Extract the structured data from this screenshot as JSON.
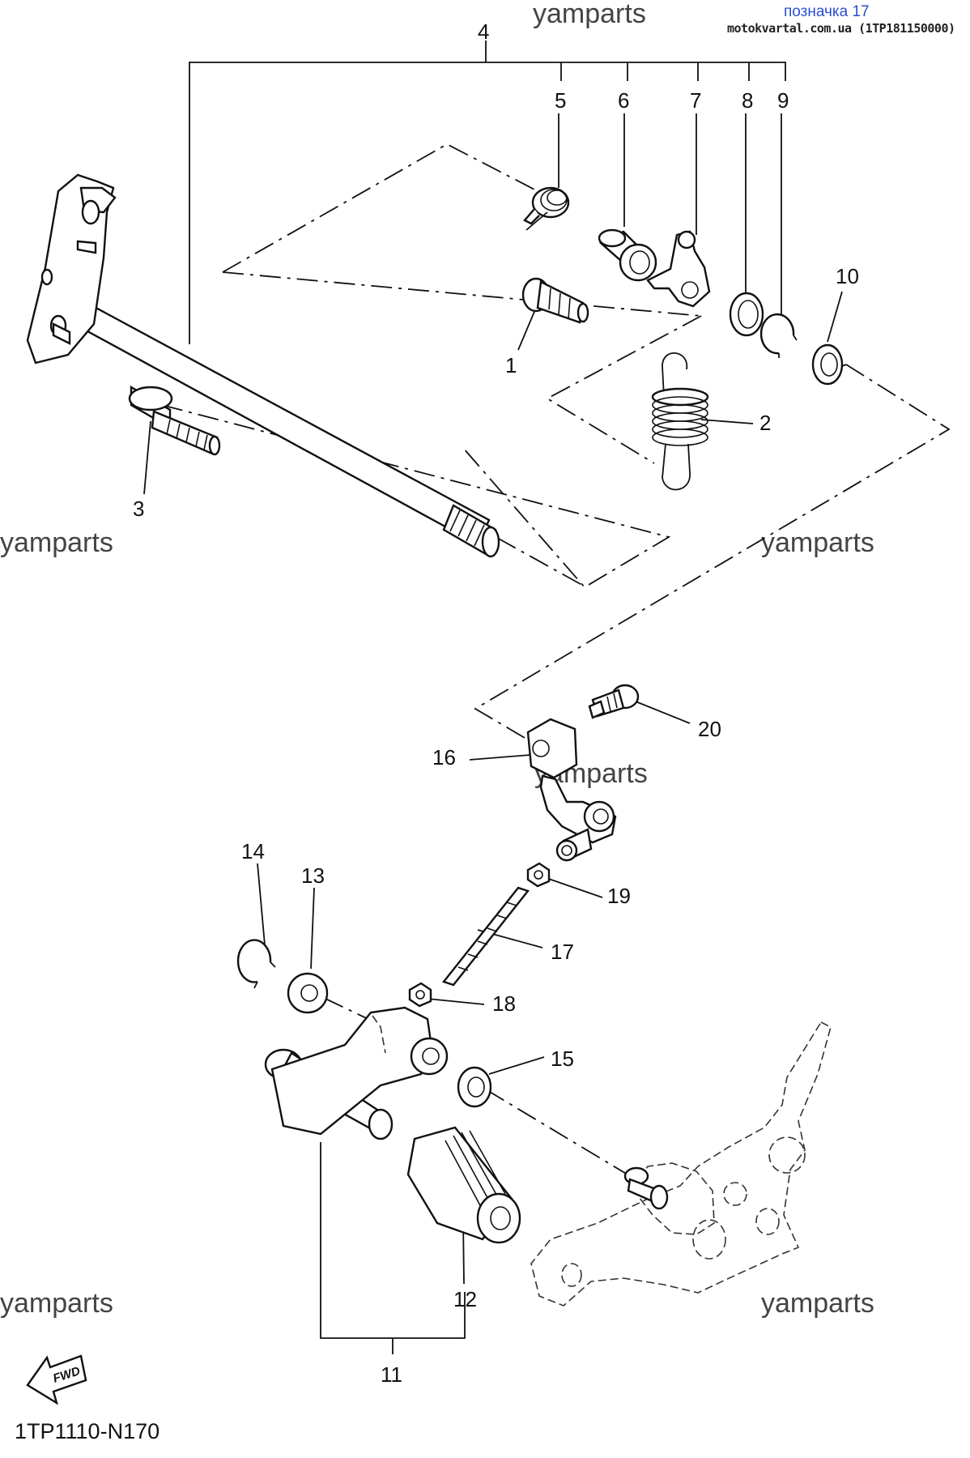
{
  "header": {
    "label": "позначка 17",
    "source": "motokvartal.com.ua (1TP181150000)"
  },
  "watermark": "yamparts",
  "diagram_code": "1TP1110-N170",
  "fwd_label": "FWD",
  "callouts": {
    "c1": "1",
    "c2": "2",
    "c3": "3",
    "c4": "4",
    "c5": "5",
    "c6": "6",
    "c7": "7",
    "c8": "8",
    "c9": "9",
    "c10": "10",
    "c11": "11",
    "c12": "12",
    "c13": "13",
    "c14": "14",
    "c15": "15",
    "c16": "16",
    "c17": "17",
    "c18": "18",
    "c19": "19",
    "c20": "20"
  }
}
